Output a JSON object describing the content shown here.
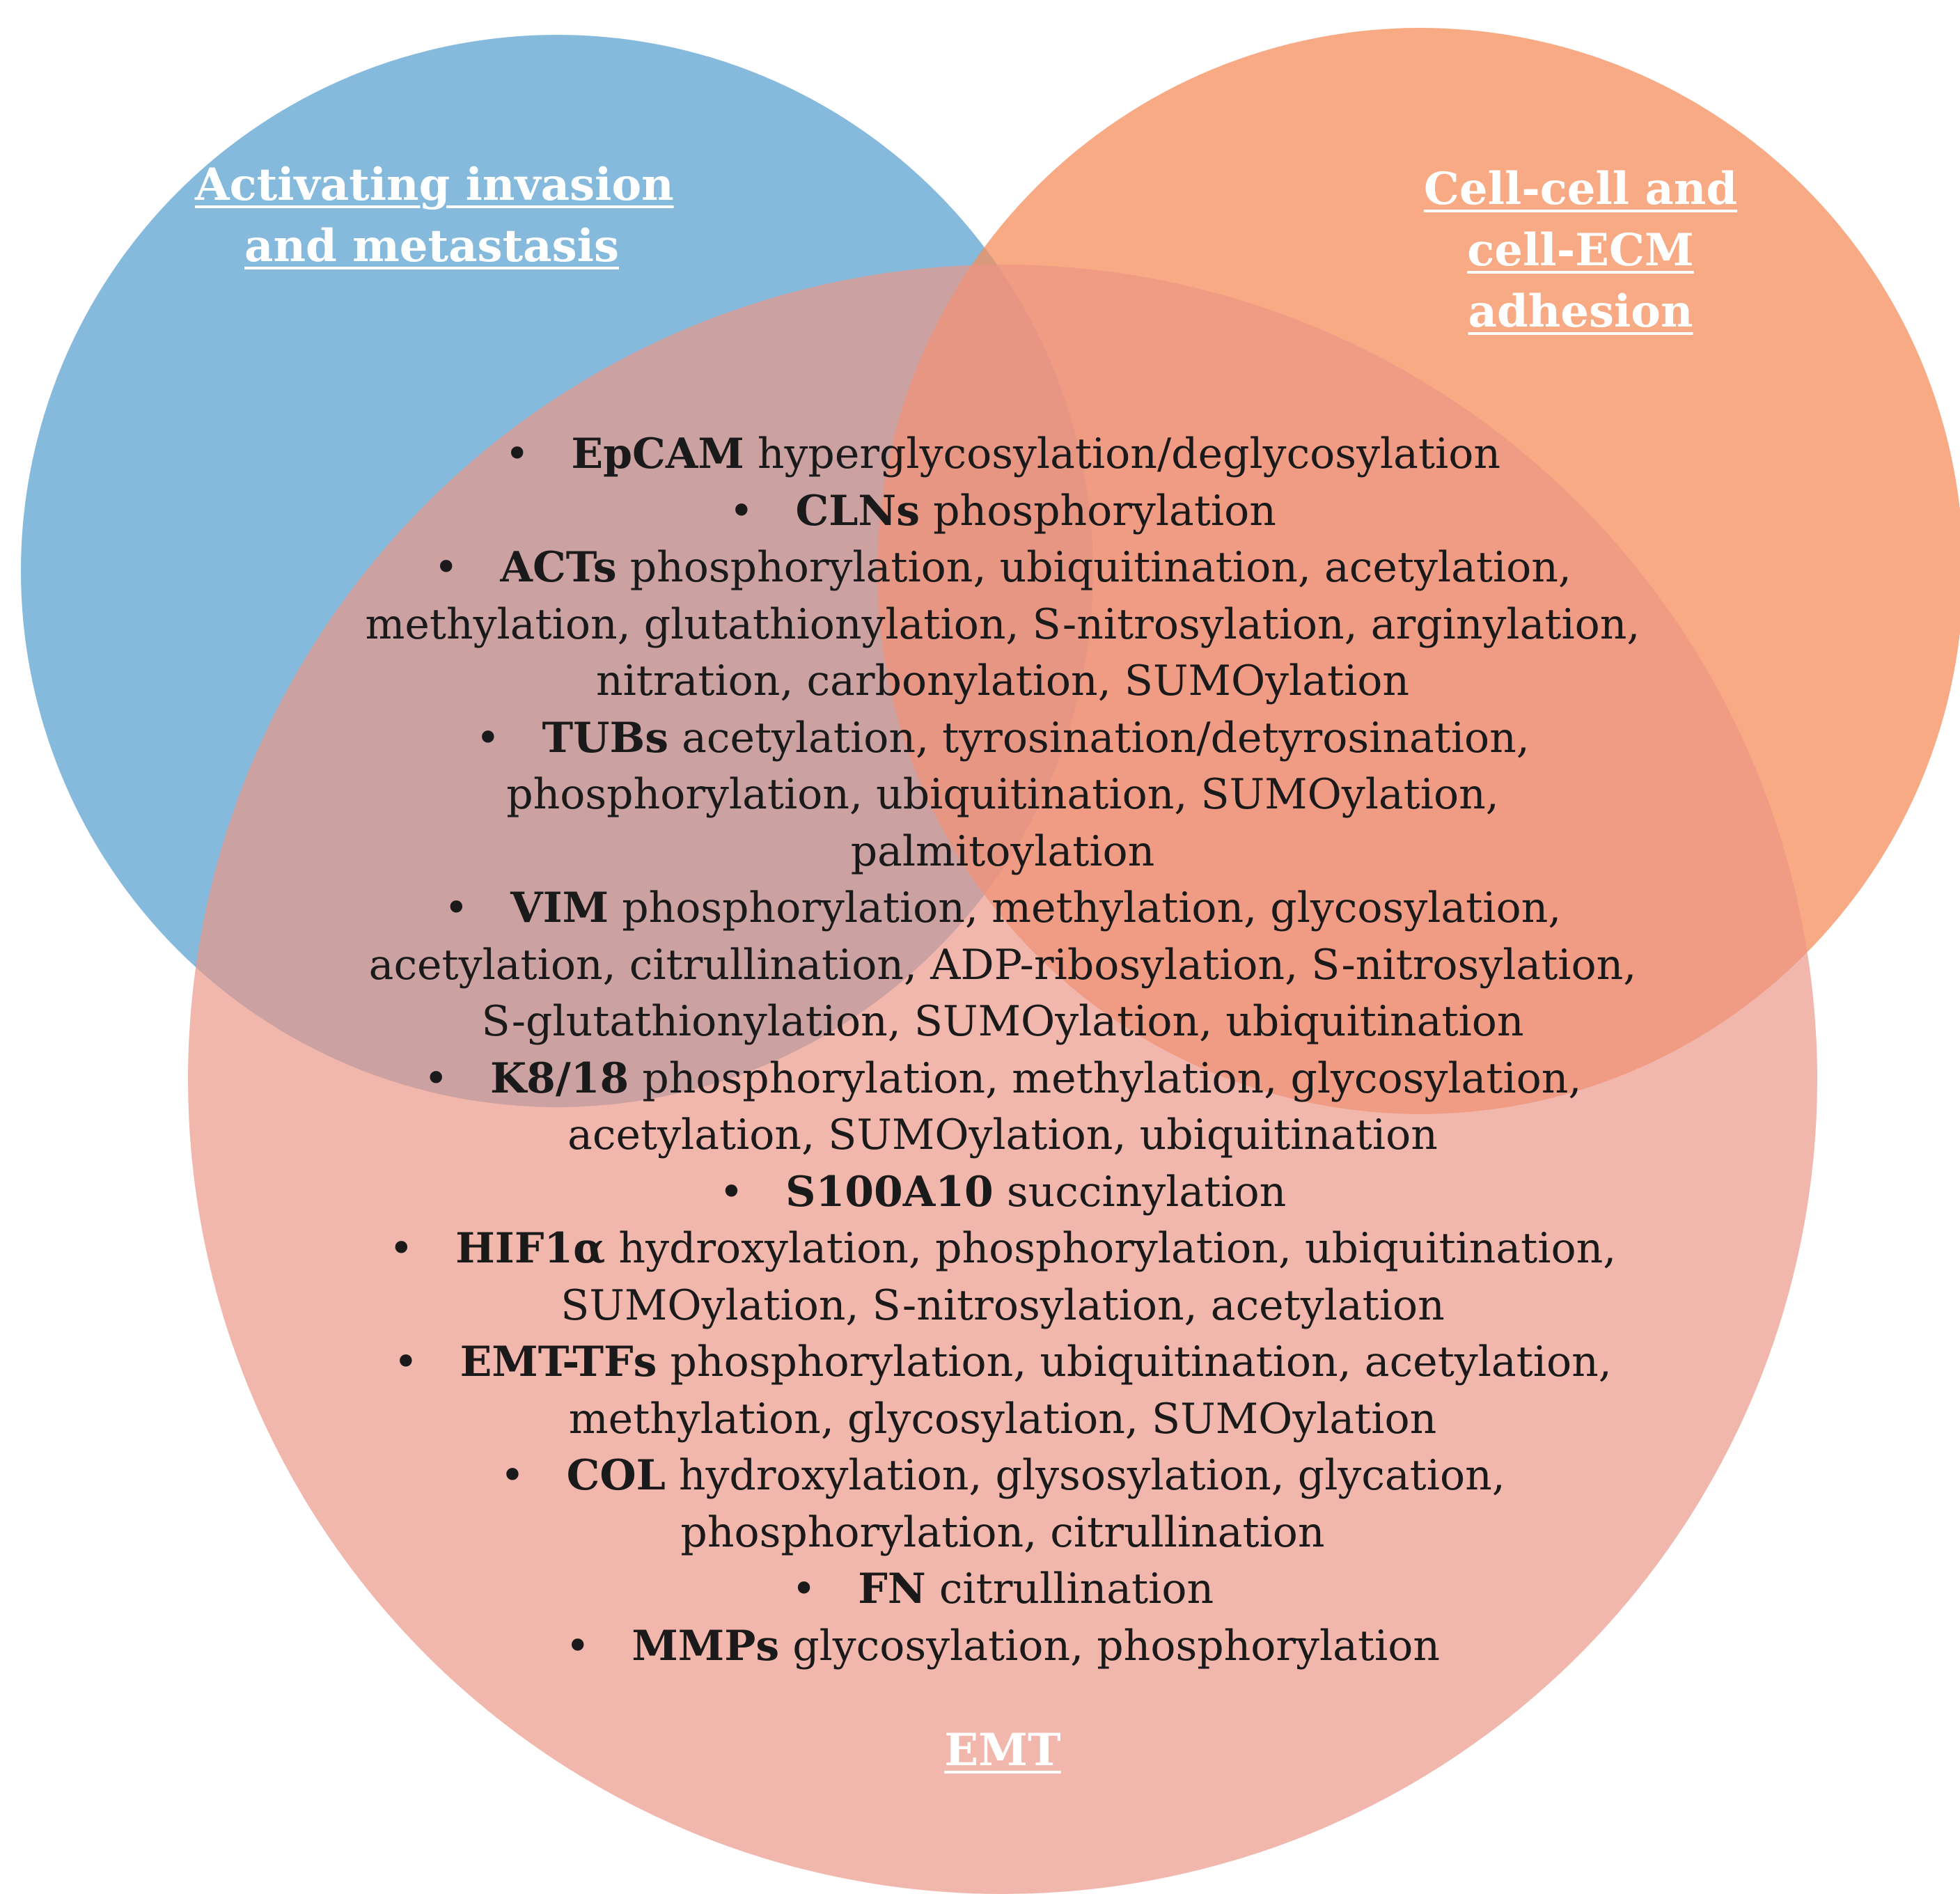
{
  "colors": {
    "blue_circle": "#6aabd6",
    "orange_circle": "#f68d5b",
    "emt_circle": "#ec9584",
    "label_text": "#ffffff",
    "body_text": "#1a1a1a"
  },
  "labels": {
    "activating_line1": "Activating  invasion",
    "activating_line2": "and metastasis",
    "adhesion_line1": "Cell-cell   and",
    "adhesion_line2": "cell-ECM",
    "adhesion_line3": "adhesion",
    "emt": "EMT"
  },
  "bullet": "•",
  "items": [
    {
      "protein": "EpCAM",
      "lines": [
        "hyperglycosylation/deglycosylation"
      ]
    },
    {
      "protein": "CLNs",
      "lines": [
        "phosphorylation"
      ]
    },
    {
      "protein": "ACTs",
      "lines": [
        "phosphorylation, ubiquitination, acetylation,",
        "methylation, glutathionylation, S-nitrosylation, arginylation,",
        "nitration, carbonylation, SUMOylation"
      ]
    },
    {
      "protein": "TUBs",
      "lines": [
        "acetylation, tyrosination/detyrosination,",
        "phosphorylation, ubiquitination, SUMOylation,",
        "palmitoylation"
      ]
    },
    {
      "protein": "VIM",
      "lines": [
        "phosphorylation, methylation, glycosylation,",
        "acetylation, citrullination, ADP-ribosylation, S-nitrosylation,",
        "S-glutathionylation, SUMOylation, ubiquitination"
      ]
    },
    {
      "protein": "K8/18",
      "lines": [
        "phosphorylation, methylation, glycosylation,",
        "acetylation, SUMOylation, ubiquitination"
      ]
    },
    {
      "protein": "S100A10",
      "lines": [
        "succinylation"
      ]
    },
    {
      "protein": "HIF1α",
      "lines": [
        "hydroxylation, phosphorylation, ubiquitination,",
        "SUMOylation, S-nitrosylation, acetylation"
      ]
    },
    {
      "protein": "EMT-TFs",
      "lines": [
        "phosphorylation, ubiquitination, acetylation,",
        "methylation, glycosylation, SUMOylation"
      ]
    },
    {
      "protein": "COL",
      "lines": [
        "hydroxylation, glysosylation,  glycation,",
        "phosphorylation, citrullination"
      ]
    },
    {
      "protein": "FN",
      "lines": [
        "citrullination"
      ]
    },
    {
      "protein": "MMPs",
      "lines": [
        "glycosylation, phosphorylation"
      ]
    }
  ]
}
